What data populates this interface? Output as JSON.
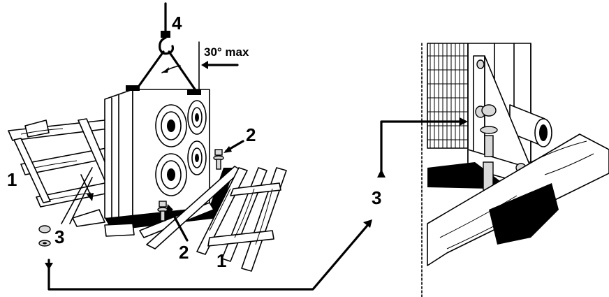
{
  "callouts": {
    "hook": "4",
    "angle": "30° max",
    "pallet_left": "1",
    "pallet_right": "1",
    "bolts_top": "2",
    "bolts_bottom": "2",
    "hardware": "3",
    "detail": "3"
  }
}
